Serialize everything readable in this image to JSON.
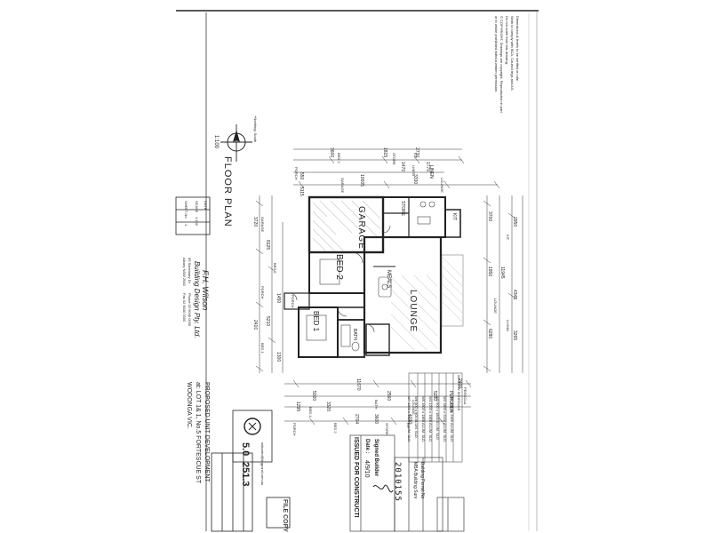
{
  "drawing": {
    "title": "FLOOR PLAN",
    "scale": "1:100",
    "north_note": "+Northing: South",
    "rooms": {
      "garage": "GARAGE",
      "bed2": "BED 2",
      "bed1": "BED 1",
      "lounge": "LOUNGE",
      "kit": "KIT",
      "meals": "MEALS",
      "bath": "BATH",
      "linen": "LINEN",
      "store": "STORE",
      "porch": "PORCH",
      "pergola": "PERGOLA"
    },
    "dims_top": [
      "550",
      "5115",
      "3600",
      "1815",
      "2730",
      "1470",
      "1770",
      "10005",
      "3330"
    ],
    "dims_top_labels": [
      "PORCH",
      "BED 2",
      "STORE",
      "KIT",
      "GARAGE",
      "LINEN",
      "LOUNGE"
    ],
    "dims_bottom": [
      "11670",
      "2400",
      "5000",
      "2560",
      "5280",
      "1295",
      "3320",
      "2704",
      "3600",
      "4730"
    ],
    "dims_bottom_labels": [
      "PERGOLA",
      "BED 1",
      "BATH",
      "LOUNGE",
      "PORCH",
      "BED 2",
      "STORE",
      "KIT"
    ],
    "dims_left": [
      "3720",
      "8125",
      "2410",
      "1450",
      "5210",
      "1300"
    ],
    "dims_left_labels": [
      "GARAGE",
      "PORCH",
      "BED 1",
      "BED 2"
    ],
    "dims_right": [
      "3700",
      "1950",
      "6280",
      "11945",
      "4345",
      "3265",
      "2950"
    ],
    "dims_right_labels": [
      "LOUNGE",
      "LIVING",
      "KIT"
    ]
  },
  "notes": {
    "top_note_1": "Dimensions & levels to be verified on site.",
    "top_note_2": "Work to comply with BCA, Council regs and AS",
    "top_note_3": "Do not scale from this drawing.",
    "top_note_4": "© COPYRIGHT. Drawings are copyright. Reproduction in part",
    "top_note_5": "or in whole prohibited without written permission."
  },
  "issued": {
    "heading": "ISSUED FOR CONSTRUCTI",
    "date_label": "Date :",
    "date_value": "4/9/10",
    "signed_label": "Signed Builder",
    "number": "2010155",
    "surveyor_1": "MBA Building Surv",
    "surveyor_2": "Building Permit No"
  },
  "window_schedule": {
    "heading": "WINDOW SCHEDULE",
    "rows": [
      "W1 1800 x 2400 ALUM. SLD.",
      "W2 1800 x 2100 ALUM. SLD.",
      "W3 600 x 1800 ALUM. SLD.",
      "W4 1200 x 1800 ALUM. SLD.",
      "W5 1800 x 1800 ALUM. SLD.",
      "W6 600 x 900 ALUM. SLD.",
      "W7 1200 x 1800 ALUM. SLD."
    ]
  },
  "title_block": {
    "firm_name": "F.H. Wilson",
    "firm_sub": "Building Design Pty. Ltd.",
    "address": "55 Sanctuary Dr",
    "suburb": "Albury NSW 2640",
    "phone": "Phone 02 6040 0000",
    "fax": "Fax 02 6040 0000",
    "date_label": "DATE",
    "scale_label": "SCALE",
    "scale_value": "1:100",
    "sheet_label": "SHEET No.",
    "sheet_value": "1",
    "project_1": "PROPOSED UNIT DEVELOPMENT",
    "project_2": "at: LOT 1& 1, No.5 FORTESCUE ST",
    "project_3": "WODONGA VIC.",
    "job_no": "5.0",
    "job_no_2": "251.3",
    "email": "wilsonbd@bigpond.com.au",
    "file_copy": "FILE COPY"
  }
}
